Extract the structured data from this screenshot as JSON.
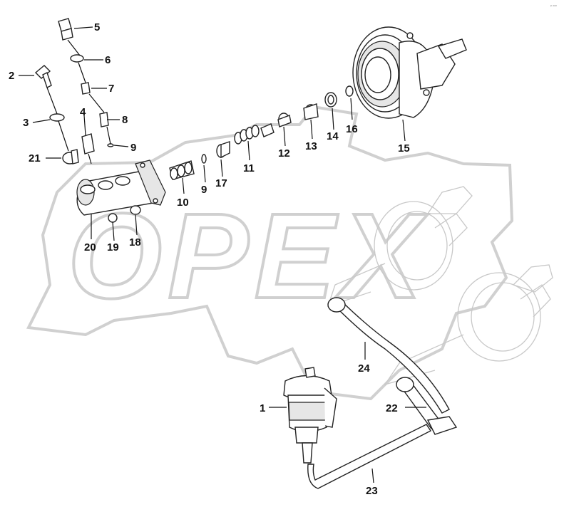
{
  "watermark": {
    "text": "OPEX"
  },
  "corner_mark": "ᵖ ᵒᵒᵒ",
  "callouts": [
    "1",
    "2",
    "3",
    "4",
    "5",
    "6",
    "7",
    "8",
    "9",
    "9",
    "10",
    "11",
    "12",
    "13",
    "14",
    "15",
    "16",
    "17",
    "18",
    "19",
    "20",
    "21",
    "22",
    "23",
    "24"
  ]
}
